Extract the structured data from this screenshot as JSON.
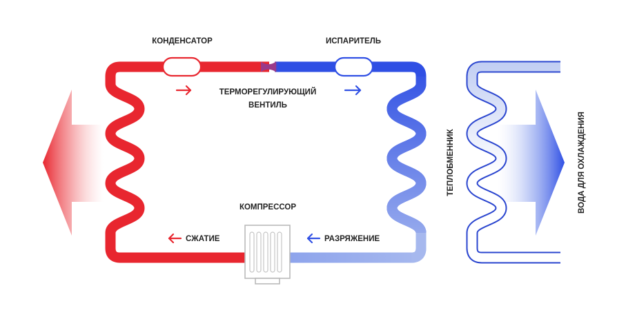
{
  "labels": {
    "condenser": "КОНДЕНСАТОР",
    "evaporator": "ИСПАРИТЕЛЬ",
    "valve_line1": "ТЕРМОРЕГУЛИРУЮЩИЙ",
    "valve_line2": "ВЕНТИЛЬ",
    "compressor": "КОМПРЕССОР",
    "compression": "СЖАТИЕ",
    "expansion": "РАЗРЯЖЕНИЕ",
    "heat_exchanger": "ТЕПЛОБМЕННИК",
    "cooling_water": "ВОДА ДЛЯ ОХЛАЖДЕНИЯ"
  },
  "icons": {
    "hot_arrow": "arrow-left-icon",
    "cold_arrow": "arrow-right-icon",
    "flow_right": "arrow-right-icon",
    "flow_left": "arrow-left-icon",
    "compressor": "compressor-icon"
  },
  "colors": {
    "hot": "#e8262f",
    "cold": "#2f4fe4",
    "cold_light": "#a6b8ee",
    "outline": "#2a45cf",
    "text": "#222222"
  }
}
